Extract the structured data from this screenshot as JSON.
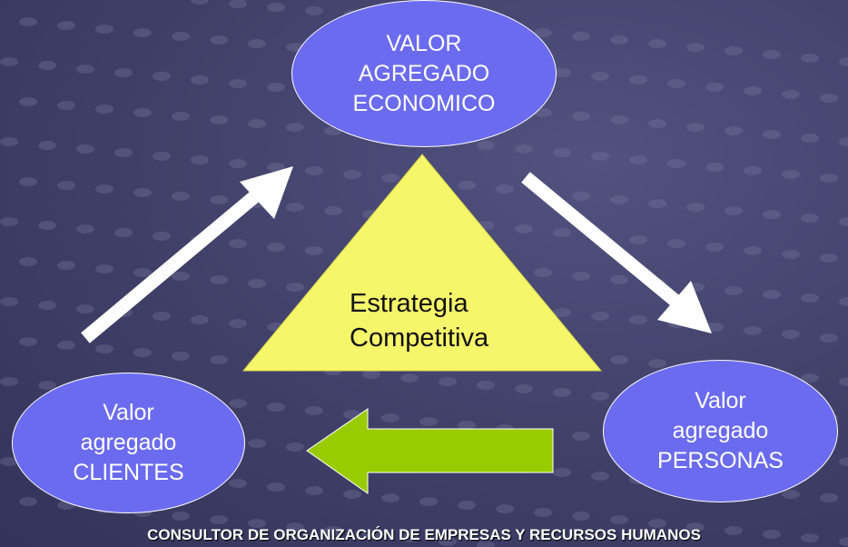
{
  "nodes": {
    "top": {
      "lines": [
        "VALOR",
        "AGREGADO",
        "ECONOMICO"
      ]
    },
    "left": {
      "lines": [
        "Valor",
        "agregado",
        "CLIENTES"
      ]
    },
    "right": {
      "lines": [
        "Valor",
        "agregado",
        "PERSONAS"
      ]
    }
  },
  "center": {
    "lines": [
      "Estrategia",
      "Competitiva"
    ]
  },
  "footer": {
    "text": "CONSULTOR DE ORGANIZACIÓN DE EMPRESAS Y RECURSOS HUMANOS"
  },
  "colors": {
    "ellipse_fill": "#6b6bf0",
    "triangle_fill": "#f6f66a",
    "green_arrow": "#99cc00",
    "white_arrow": "#ffffff"
  }
}
